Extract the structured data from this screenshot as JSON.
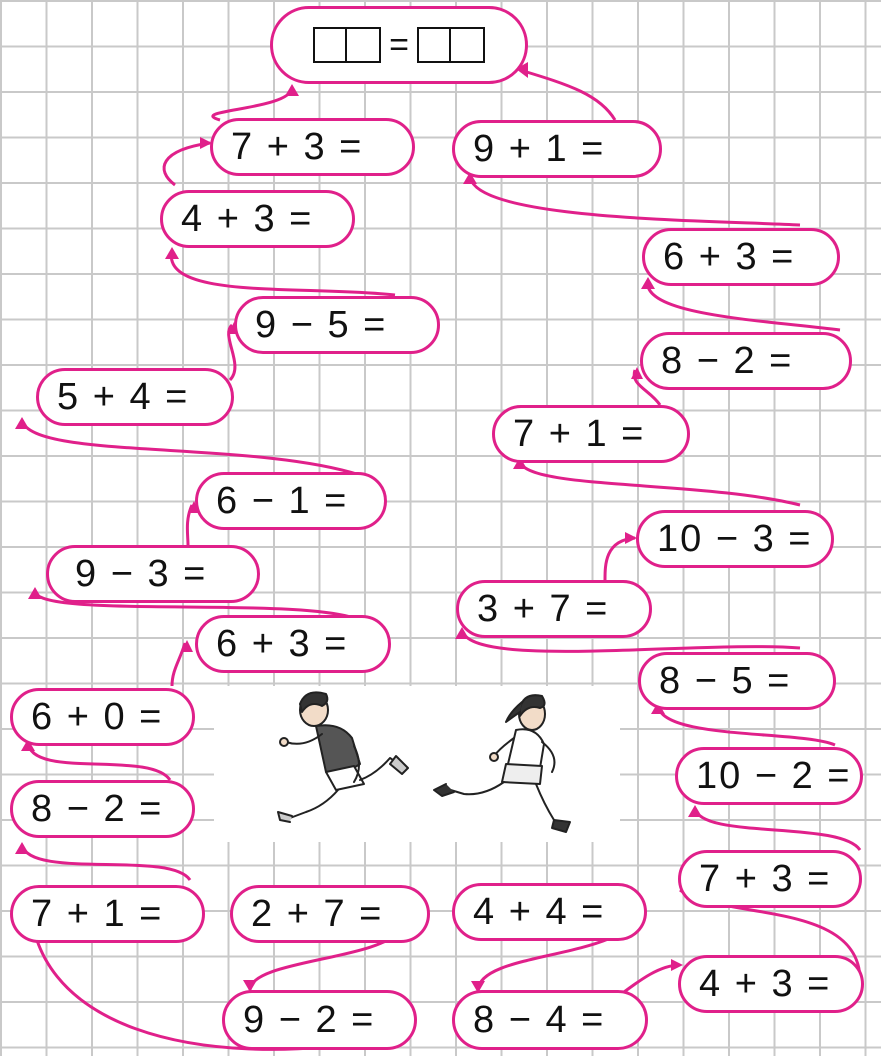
{
  "goal": {
    "equals_sign": "="
  },
  "cards": [
    {
      "id": "c1",
      "expr": "7 + 3 ="
    },
    {
      "id": "c2",
      "expr": "9 + 1 ="
    },
    {
      "id": "c3",
      "expr": "4 + 3 ="
    },
    {
      "id": "c4",
      "expr": "6 + 3 ="
    },
    {
      "id": "c5",
      "expr": "9 − 5 ="
    },
    {
      "id": "c6",
      "expr": "8 − 2 ="
    },
    {
      "id": "c7",
      "expr": "5 + 4 ="
    },
    {
      "id": "c8",
      "expr": "7 + 1 ="
    },
    {
      "id": "c9",
      "expr": "6 − 1 ="
    },
    {
      "id": "c10",
      "expr": "10 − 3 ="
    },
    {
      "id": "c11",
      "expr": "9 − 3 ="
    },
    {
      "id": "c12",
      "expr": "3 + 7 ="
    },
    {
      "id": "c13",
      "expr": "6 + 3 ="
    },
    {
      "id": "c14",
      "expr": "8 − 5 ="
    },
    {
      "id": "c15",
      "expr": "6 + 0 ="
    },
    {
      "id": "c16",
      "expr": "10 − 2 ="
    },
    {
      "id": "c17",
      "expr": "8 − 2 ="
    },
    {
      "id": "c18",
      "expr": "7 + 3 ="
    },
    {
      "id": "c19",
      "expr": "7 + 1 ="
    },
    {
      "id": "c20",
      "expr": "2 + 7 ="
    },
    {
      "id": "c21",
      "expr": "4 + 4 ="
    },
    {
      "id": "c22",
      "expr": "4 + 3 ="
    },
    {
      "id": "c23",
      "expr": "9 − 2 ="
    },
    {
      "id": "c24",
      "expr": "8 − 4 ="
    }
  ],
  "colors": {
    "path": "#e0208a",
    "grid": "#c9c9c9",
    "boy_shirt": "#555555",
    "girl_shirt": "#ffffff"
  },
  "illustration": {
    "figures": [
      "running-boy",
      "running-girl"
    ]
  }
}
